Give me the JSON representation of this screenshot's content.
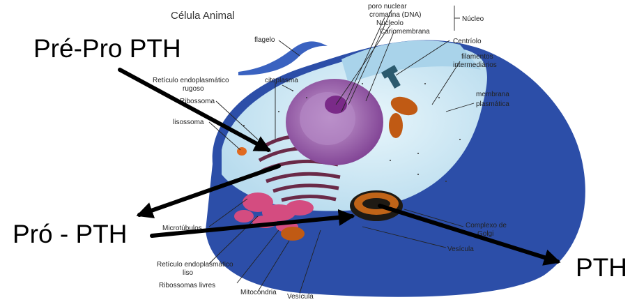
{
  "diagram": {
    "title": "Célula Animal",
    "nucleus_group_label": "Núcleo",
    "labels": {
      "poro_nuclear": "poro nuclear",
      "cromatina": "cromatina (DNA)",
      "nucleolo": "Nucleolo",
      "cariomembrana": "Cariomembrana",
      "centriolo": "Centríolo",
      "flagelo": "flagelo",
      "filamentos": [
        "filamentos",
        "intermediários"
      ],
      "membrana": [
        "membrana",
        "plasmática"
      ],
      "reticulo_rugoso": [
        "Retículo endoplasmático",
        "rugoso"
      ],
      "citoplasma": "citoplasma",
      "ribossoma": "Ribossoma",
      "lisossoma": "lisossoma",
      "microtubulos": "Microtúbulos",
      "reticulo_liso": [
        "Retículo endoplasmático",
        "liso"
      ],
      "ribossomas_livres": "Ribossomas livres",
      "mitocondria": "Mitocondria",
      "vesicula_bottom": "Vesícula",
      "complexo_golgi": [
        "Complexo de",
        "Golgi"
      ],
      "vesicula_right": "Vesícula"
    },
    "annotations": {
      "pre_pro_pth": "Pré-Pro PTH",
      "pro_pth": "Pró - PTH",
      "pth": "PTH"
    },
    "colors": {
      "membrane_outer": "#2c4ea8",
      "cytoplasm": "#d4ecf6",
      "nucleus": "#a068b0",
      "rough_er": "#6a2a48",
      "smooth_er": "#d44c80",
      "golgi": "#c06418",
      "mitochondria": "#c05a14"
    }
  }
}
